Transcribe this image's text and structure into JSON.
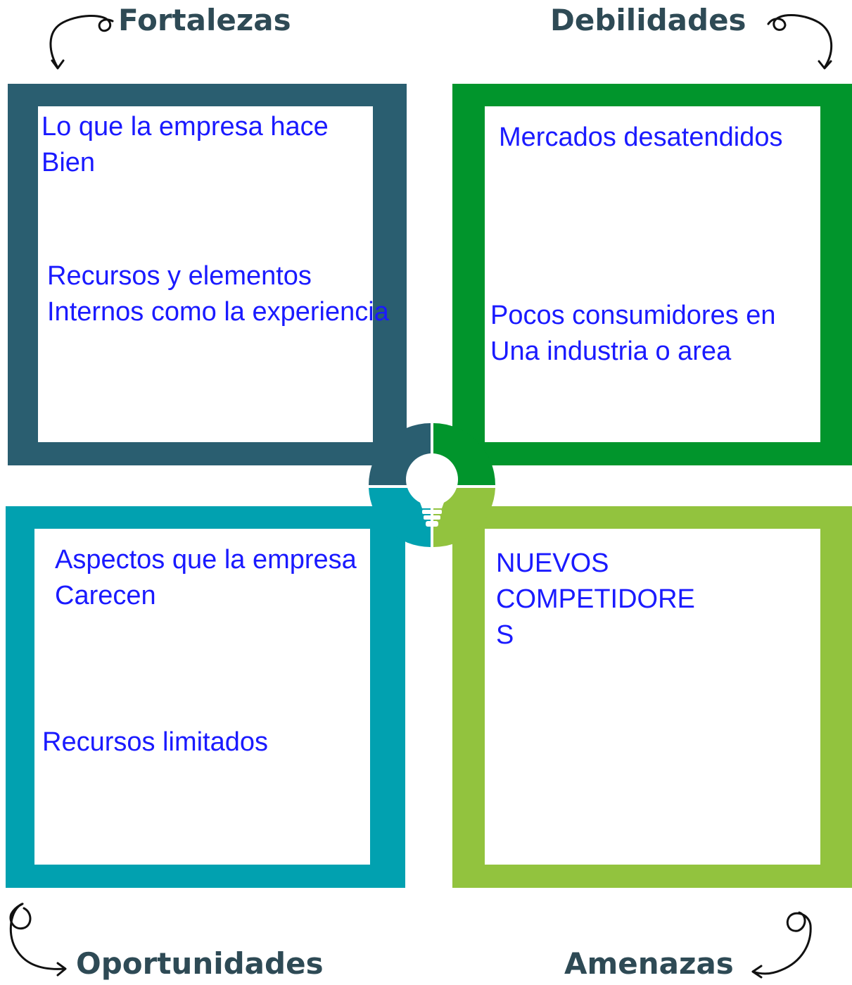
{
  "quadrants": {
    "fortalezas": {
      "title": "Fortalezas",
      "color": "#2a5e70",
      "text1": [
        "Lo que la empresa hace",
        "Bien"
      ],
      "text2": [
        "Recursos y elementos",
        "Internos como la experiencia"
      ]
    },
    "debilidades": {
      "title": "Debilidades",
      "color": "#01952c",
      "text1": [
        "Mercados desatendidos"
      ],
      "text2": [
        "Pocos consumidores en",
        "Una industria o area"
      ]
    },
    "oportunidades": {
      "title": "Oportunidades",
      "color": "#01a1b0",
      "text1": [
        "Aspectos que la empresa",
        "Carecen"
      ],
      "text2": [
        "Recursos limitados"
      ]
    },
    "amenazas": {
      "title": "Amenazas",
      "color": "#92c33e",
      "text1": [
        "NUEVOS",
        "COMPETIDORE",
        "S"
      ]
    }
  },
  "center_icon": "lightbulb-icon",
  "arrow_icons": [
    "curly-arrow-icon"
  ]
}
